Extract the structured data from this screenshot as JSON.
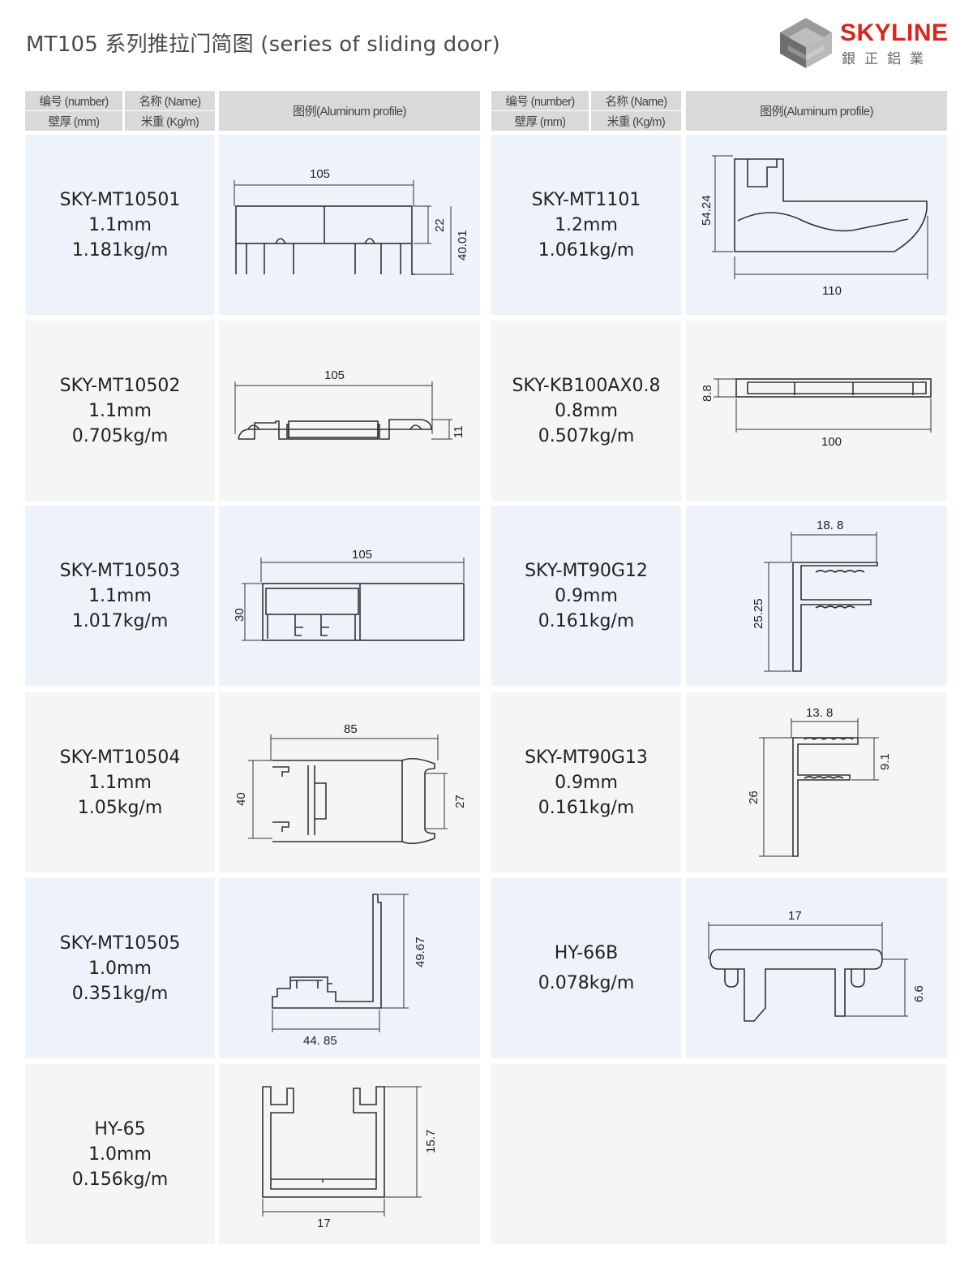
{
  "title": "MT105 系列推拉门简图 (series of sliding door)",
  "brand": {
    "name": "SKYLINE",
    "name_cn": "銀正鋁業",
    "accent": "#d8261c"
  },
  "header": {
    "number": "编号 (number)",
    "name": "名称 (Name)",
    "thickness": "壁厚 (mm)",
    "weight": "米重 (Kg/m)",
    "profile": "图例(Aluminum profile)"
  },
  "colors": {
    "band": "#eef3f9",
    "band_alt": "#f5f5f5",
    "header": "#d9d9d9"
  },
  "products": [
    {
      "code": "SKY-MT10501",
      "thickness": "1.1mm",
      "weight": "1.181kg/m",
      "dims": [
        "105",
        "22",
        "40.01"
      ]
    },
    {
      "code": "SKY-MT1101",
      "thickness": "1.2mm",
      "weight": "1.061kg/m",
      "dims": [
        "54.24",
        "110"
      ]
    },
    {
      "code": "SKY-MT10502",
      "thickness": "1.1mm",
      "weight": "0.705kg/m",
      "dims": [
        "105",
        "11"
      ]
    },
    {
      "code": "SKY-KB100AX0.8",
      "thickness": "0.8mm",
      "weight": "0.507kg/m",
      "dims": [
        "8.8",
        "100"
      ]
    },
    {
      "code": "SKY-MT10503",
      "thickness": "1.1mm",
      "weight": "1.017kg/m",
      "dims": [
        "105",
        "30"
      ]
    },
    {
      "code": "SKY-MT90G12",
      "thickness": "0.9mm",
      "weight": "0.161kg/m",
      "dims": [
        "18. 8",
        "25.25"
      ]
    },
    {
      "code": "SKY-MT10504",
      "thickness": "1.1mm",
      "weight": "1.05kg/m",
      "dims": [
        "85",
        "40",
        "27"
      ]
    },
    {
      "code": "SKY-MT90G13",
      "thickness": "0.9mm",
      "weight": "0.161kg/m",
      "dims": [
        "13. 8",
        "9.1",
        "26"
      ]
    },
    {
      "code": "SKY-MT10505",
      "thickness": "1.0mm",
      "weight": "0.351kg/m",
      "dims": [
        "49.67",
        "44. 85"
      ]
    },
    {
      "code": "HY-66B",
      "weight": "0.078kg/m",
      "dims": [
        "17",
        "6.6"
      ]
    },
    {
      "code": "HY-65",
      "thickness": "1.0mm",
      "weight": "0.156kg/m",
      "dims": [
        "15.7",
        "17"
      ]
    }
  ]
}
